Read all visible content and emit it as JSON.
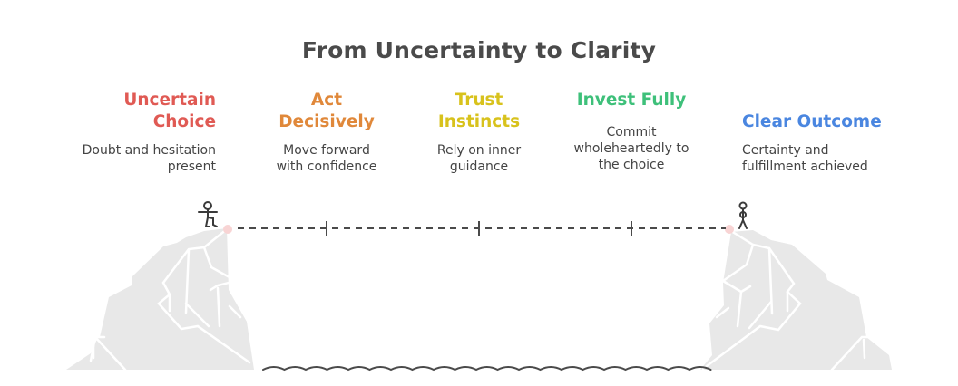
{
  "title": "From Uncertainty to Clarity",
  "steps": [
    {
      "heading_1": "Uncertain",
      "heading_2": "Choice",
      "desc_1": "Doubt and hesitation",
      "desc_2": "present",
      "color": "#e05a54"
    },
    {
      "heading_1": "Act",
      "heading_2": "Decisively",
      "desc_1": "Move forward",
      "desc_2": "with confidence",
      "color": "#e0883a"
    },
    {
      "heading_1": "Trust",
      "heading_2": "Instincts",
      "desc_1": "Rely on inner",
      "desc_2": "guidance",
      "color": "#d8c21c"
    },
    {
      "heading_1": "Invest Fully",
      "desc_1": "Commit",
      "desc_2": "wholeheartedly to",
      "desc_3": "the choice",
      "color": "#3ec07a"
    },
    {
      "heading_1": "Clear Outcome",
      "desc_1": "Certainty and",
      "desc_2": "fulfillment achieved",
      "color": "#4a86e0"
    }
  ],
  "colors": {
    "cliff": "#e8e8e8",
    "rope": "#4a4a4a",
    "anchor": "#f8d4d4",
    "title": "#4a4a4a"
  },
  "icons": {
    "start_figure": "stick-figure-stepping",
    "end_figure": "stick-figure-standing",
    "water": "wave-line"
  }
}
